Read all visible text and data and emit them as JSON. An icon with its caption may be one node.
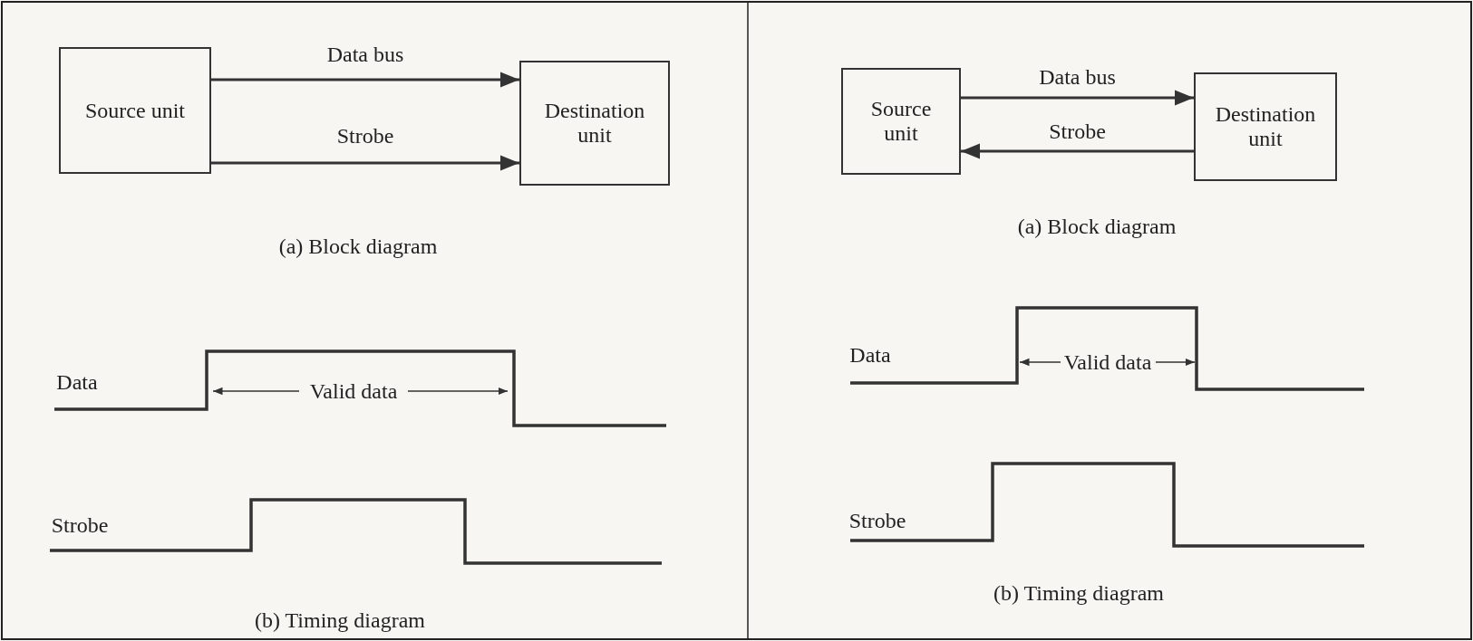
{
  "diagram": {
    "nodes": [
      {
        "text": [
          "Source unit"
        ]
      },
      {
        "text": [
          "Destination unit"
        ]
      },
      {
        "text": [
          "Source unit"
        ]
      },
      {
        "text": [
          "Destination unit"
        ]
      }
    ],
    "edges": [
      {
        "from": 0,
        "to": 1,
        "arrow": "to",
        "label": "Data bus"
      },
      {
        "from": 0,
        "to": 1,
        "arrow": "to",
        "label": "Strobe"
      },
      {
        "from": 2,
        "to": 3,
        "arrow": "to",
        "label": "Data bus"
      },
      {
        "from": 3,
        "to": 2,
        "arrow": "to",
        "label": "Strobe"
      }
    ],
    "labels": [
      "(a) Block diagram",
      "Data",
      "Valid data",
      "Strobe",
      "(b) Timing diagram",
      "(a) Block diagram",
      "Data",
      "Valid data",
      "Strobe",
      "(b) Timing diagram"
    ]
  }
}
